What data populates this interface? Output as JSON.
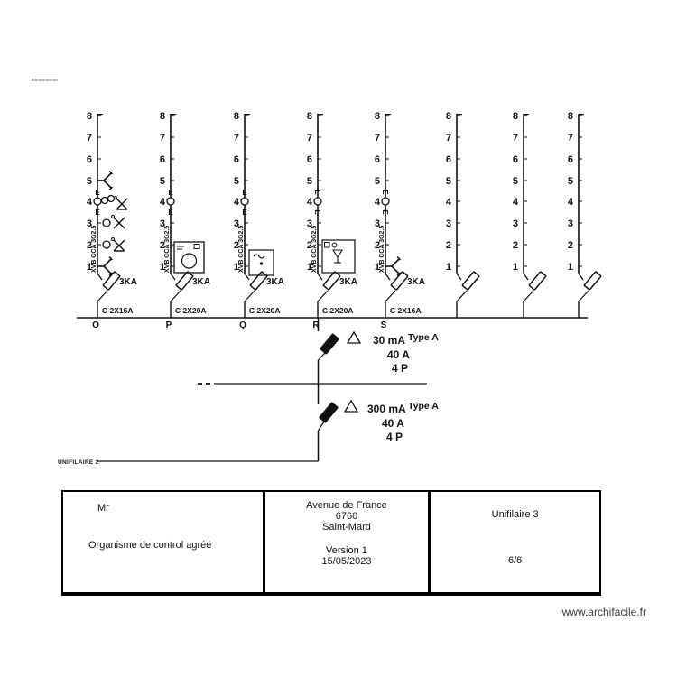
{
  "diagram": {
    "tick_labels": [
      "8",
      "7",
      "6",
      "5",
      "4",
      "3",
      "2",
      "1"
    ],
    "earth_label": "E",
    "circuits": [
      {
        "name": "O",
        "wire": "XVB CCA 3G2.5",
        "breaker_rating": "3KA",
        "cable_label": "C 2X16A",
        "has_e4": true,
        "devices": [
          {
            "row": 5,
            "type": "switch"
          },
          {
            "row": 4,
            "type": "lamp_double_wall"
          },
          {
            "row": 3,
            "type": "lamp"
          },
          {
            "row": 2,
            "type": "lamp_wall"
          },
          {
            "row": 1,
            "type": "switch"
          }
        ]
      },
      {
        "name": "P",
        "wire": "XVB CCA 3G2.5",
        "breaker_rating": "3KA",
        "cable_label": "C 2X20A",
        "has_e4": true,
        "devices": [
          {
            "row": 1,
            "type": "washing_machine"
          }
        ]
      },
      {
        "name": "Q",
        "wire": "XVB CCA 3G2.5",
        "breaker_rating": "3KA",
        "cable_label": "C 2X20A",
        "has_e4": true,
        "devices": [
          {
            "row": 1,
            "type": "boiler"
          }
        ]
      },
      {
        "name": "R",
        "wire": "XVB CCA 3G2.5",
        "breaker_rating": "3KA",
        "cable_label": "C 2X20A",
        "has_e4": true,
        "devices": [
          {
            "row": 1,
            "type": "dishwasher"
          }
        ]
      },
      {
        "name": "S",
        "wire": "XVB CCA 3G2.5",
        "breaker_rating": "3KA",
        "cable_label": "C 2X16A",
        "has_e4": true,
        "devices": [
          {
            "row": 1,
            "type": "switch"
          }
        ]
      },
      {
        "name": "",
        "wire": "",
        "breaker_rating": "",
        "cable_label": "",
        "has_e4": false,
        "devices": []
      },
      {
        "name": "",
        "wire": "",
        "breaker_rating": "",
        "cable_label": "",
        "has_e4": false,
        "devices": []
      },
      {
        "name": "",
        "wire": "",
        "breaker_rating": "",
        "cable_label": "",
        "has_e4": false,
        "devices": []
      }
    ],
    "differentials": [
      {
        "sensitivity": "30 mA",
        "type": "Type A",
        "rating": "40 A",
        "poles": "4 P"
      },
      {
        "sensitivity": "300 mA",
        "type": "Type A",
        "rating": "40 A",
        "poles": "4 P"
      }
    ],
    "feeder_label": "UNIFILAIRE 2"
  },
  "title_block": {
    "owner": "Mr",
    "organisation": "Organisme de control agréé",
    "address_line1": "Avenue de France",
    "address_line2": "6760",
    "address_line3": "Saint-Mard",
    "version": "Version 1",
    "date": "15/05/2023",
    "doc_title": "Unifilaire 3",
    "page": "6/6"
  },
  "watermark": "www.archifacile.fr",
  "colors": {
    "line": "#111111",
    "text": "#111111",
    "watermark": "#3d3d3d"
  }
}
